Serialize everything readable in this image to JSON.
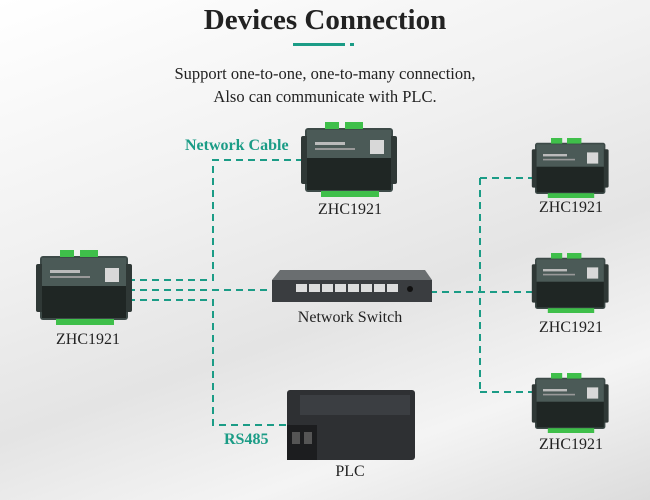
{
  "title": "Devices Connection",
  "subtitle": [
    "Support one-to-one, one-to-many connection,",
    "Also can communicate with PLC."
  ],
  "accent_color": "#1b9c86",
  "labels": {
    "network_cable": "Network Cable",
    "rs485": "RS485",
    "switch": "Network Switch",
    "plc": "PLC"
  },
  "devices": [
    "ZHC1921",
    "ZHC1921",
    "ZHC1921",
    "ZHC1921",
    "ZHC1921"
  ]
}
